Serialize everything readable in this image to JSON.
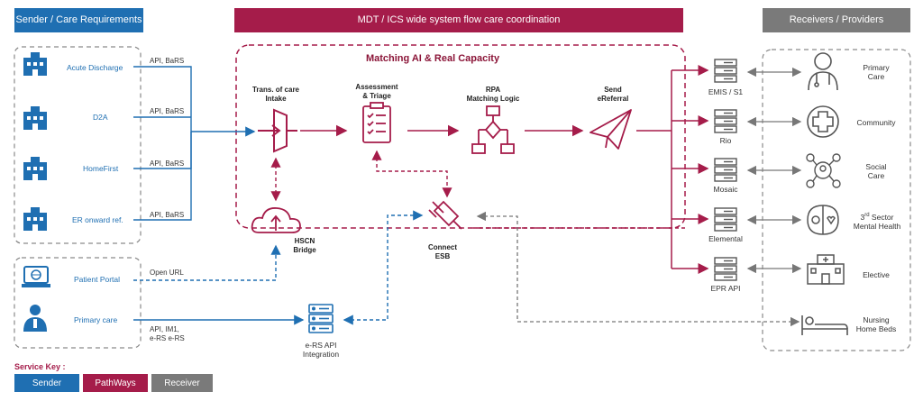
{
  "headers": {
    "sender": "Sender / Care Requirements",
    "center": "MDT / ICS wide system flow care coordination",
    "receiver": "Receivers / Providers"
  },
  "matching_title": "Matching AI & Real Capacity",
  "senders": [
    {
      "label": "Acute Discharge",
      "api": "API, BaRS"
    },
    {
      "label": "D2A",
      "api": "API, BaRS"
    },
    {
      "label": "HomeFirst",
      "api": "API, BaRS"
    },
    {
      "label": "ER onward ref.",
      "api": "API, BaRS"
    }
  ],
  "portal": {
    "label": "Patient Portal",
    "conn": "Open URL"
  },
  "primary_sender": {
    "label": "Primary care",
    "conn_line1": "API, IM1,",
    "conn_line2": "e-RS e-RS"
  },
  "steps": {
    "intake_1": "Trans. of care",
    "intake_2": "Intake",
    "assess_1": "Assessment",
    "assess_2": "& Triage",
    "rpa_1": "RPA",
    "rpa_2": "Matching Logic",
    "send_1": "Send",
    "send_2": "eReferral"
  },
  "hscn_1": "HSCN",
  "hscn_2": "Bridge",
  "esb_1": "Connect",
  "esb_2": "ESB",
  "ers_1": "e-RS API",
  "ers_2": "Integration",
  "systems": [
    "EMIS / S1",
    "Rio",
    "Mosaic",
    "Elemental",
    "EPR API"
  ],
  "receivers": {
    "primary_1": "Primary",
    "primary_2": "Care",
    "community": "Community",
    "social_1": "Social",
    "social_2": "Care",
    "third_sup": "rd",
    "third_1a": "3",
    "third_1b": " Sector",
    "third_2": "Mental Health",
    "elective": "Elective",
    "nursing_1": "Nursing",
    "nursing_2": "Home Beds"
  },
  "service_key": {
    "title": "Service Key :",
    "sender": "Sender",
    "pathways": "PathWays",
    "receiver": "Receiver"
  },
  "colors": {
    "sender": "#1f6fb2",
    "pathways": "#a51c4a",
    "receiver": "#7a7a7a"
  }
}
